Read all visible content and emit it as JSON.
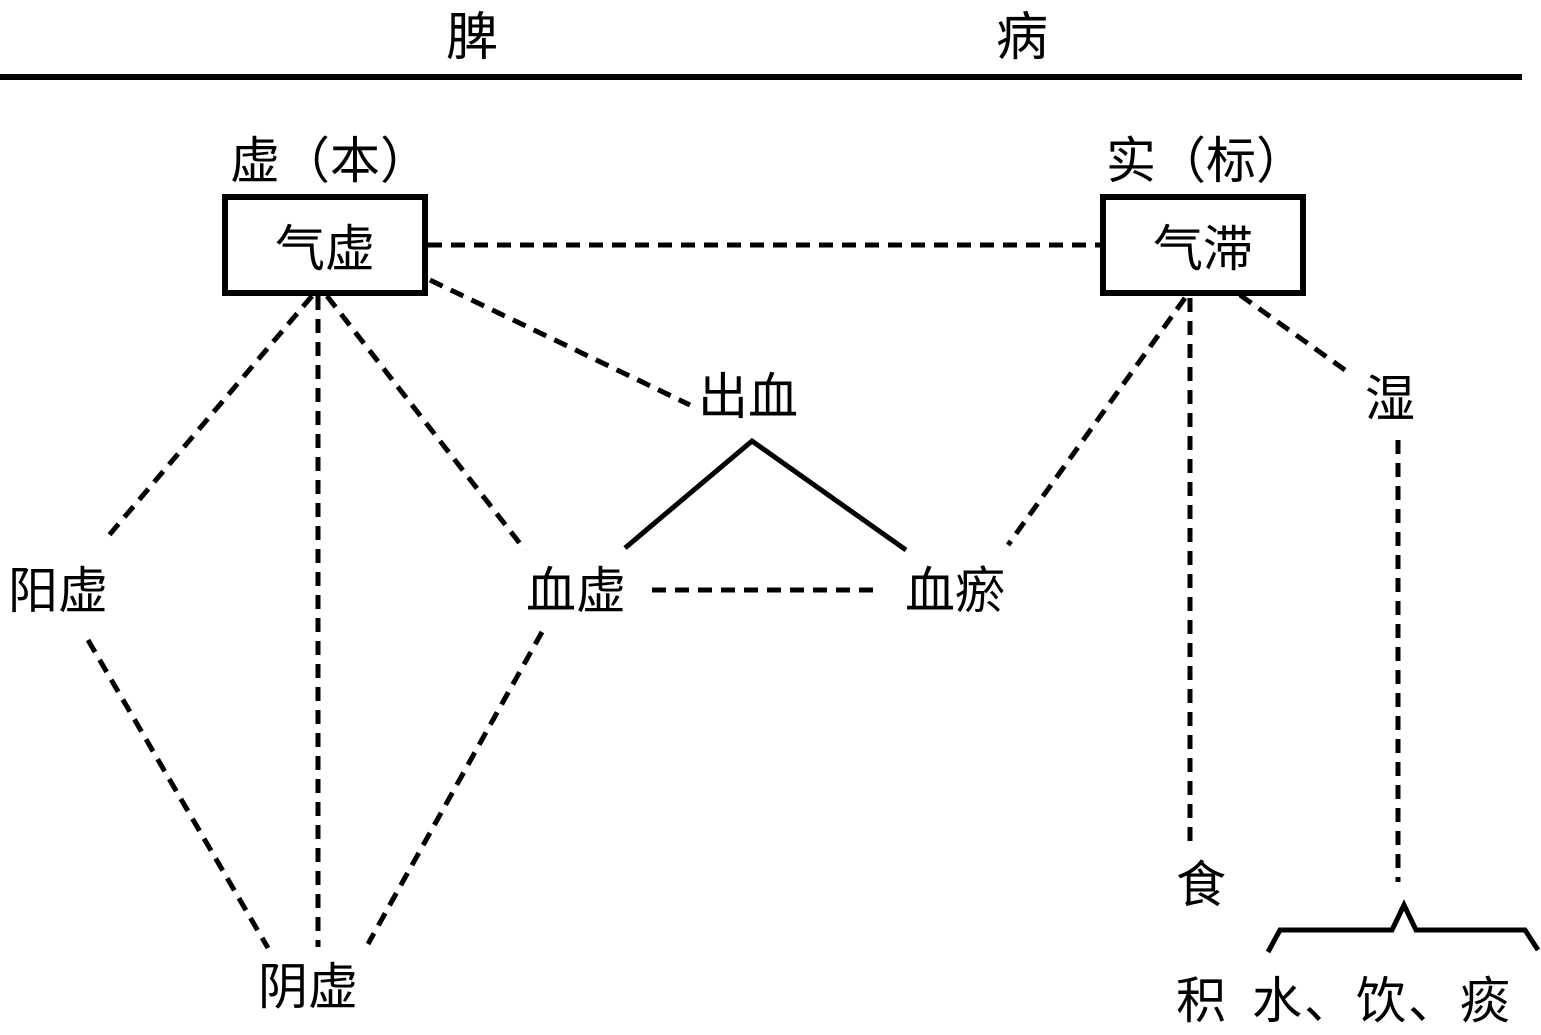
{
  "title": {
    "char1": "脾",
    "char2": "病"
  },
  "categories": {
    "deficiency": "虚（本）",
    "excess": "实（标）"
  },
  "nodes": {
    "qi_xu": "气虚",
    "qi_zhi": "气滞",
    "chu_xue": "出血",
    "yang_xu": "阳虚",
    "xue_xu": "血虚",
    "xue_yu": "血瘀",
    "yin_xu": "阴虚",
    "shi": "湿",
    "shi_ji_top": "食",
    "shi_ji_bottom": "积",
    "shui_yin_tan": "水、饮、痰"
  },
  "edges": [
    {
      "from": "qi_xu",
      "to": "qi_zhi",
      "style": "dashed"
    },
    {
      "from": "qi_xu",
      "to": "chu_xue",
      "style": "dashed"
    },
    {
      "from": "qi_xu",
      "to": "yang_xu",
      "style": "dashed"
    },
    {
      "from": "qi_xu",
      "to": "yin_xu",
      "style": "dashed"
    },
    {
      "from": "qi_xu",
      "to": "xue_xu",
      "style": "dashed"
    },
    {
      "from": "chu_xue",
      "to": "xue_xu",
      "style": "solid"
    },
    {
      "from": "chu_xue",
      "to": "xue_yu",
      "style": "solid"
    },
    {
      "from": "xue_xu",
      "to": "xue_yu",
      "style": "dashed"
    },
    {
      "from": "yang_xu",
      "to": "yin_xu",
      "style": "dashed"
    },
    {
      "from": "xue_xu",
      "to": "yin_xu",
      "style": "dashed"
    },
    {
      "from": "qi_zhi",
      "to": "xue_yu",
      "style": "dashed"
    },
    {
      "from": "qi_zhi",
      "to": "shi_ji",
      "style": "dashed"
    },
    {
      "from": "qi_zhi",
      "to": "shi",
      "style": "dashed"
    },
    {
      "from": "shi",
      "to": "shui_yin_tan",
      "style": "dashed"
    }
  ]
}
